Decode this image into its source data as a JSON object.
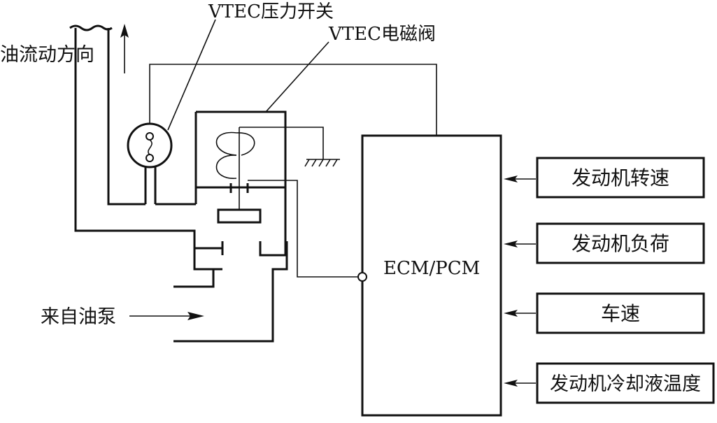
{
  "labels": {
    "oil_flow_direction": "油流动方向",
    "vtec_pressure_switch": "VTEC压力开关",
    "vtec_solenoid_valve": "VTEC电磁阀",
    "from_oil_pump": "来自油泵",
    "ecm_pcm": "ECM/PCM"
  },
  "inputs": [
    {
      "label": "发动机转速"
    },
    {
      "label": "发动机负荷"
    },
    {
      "label": "车速"
    },
    {
      "label": "发动机冷却液温度"
    }
  ]
}
